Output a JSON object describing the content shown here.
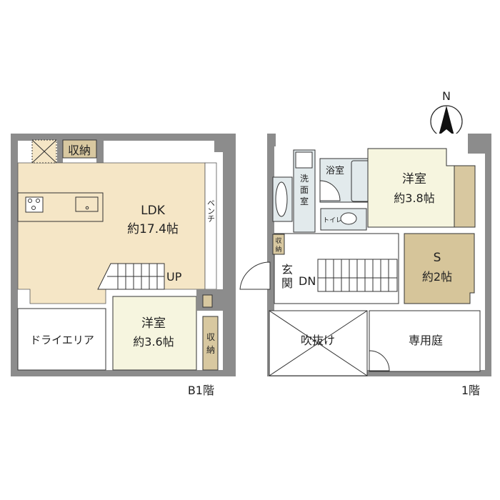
{
  "colors": {
    "wall": "#8c8c8c",
    "ldk": "#f5e6c6",
    "western_room": "#f6f5df",
    "storage": "#d8c8a0",
    "service_room": "#d6c59a",
    "wet_area": "#e2eaec"
  },
  "compass": {
    "label": "N"
  },
  "b1": {
    "floor_label": "B1階",
    "ldk": {
      "name": "LDK",
      "size": "約17.4帖"
    },
    "storage_top": "収納",
    "bench": "ベンチ",
    "stairs_label": "UP",
    "dry_area": "ドライエリア",
    "room": {
      "name": "洋室",
      "size": "約3.6帖"
    },
    "storage_side": [
      "収",
      "納"
    ]
  },
  "f1": {
    "floor_label": "1階",
    "washroom": [
      "洗",
      "面",
      "室"
    ],
    "bathroom": "浴室",
    "toilet": "トイレ",
    "room": {
      "name": "洋室",
      "size": "約3.8帖"
    },
    "service_room": {
      "name": "S",
      "size": "約2帖"
    },
    "storage": [
      "収",
      "納"
    ],
    "entrance": [
      "玄",
      "関"
    ],
    "stairs_label": "DN",
    "void": "吹抜け",
    "private_garden": "専用庭"
  }
}
